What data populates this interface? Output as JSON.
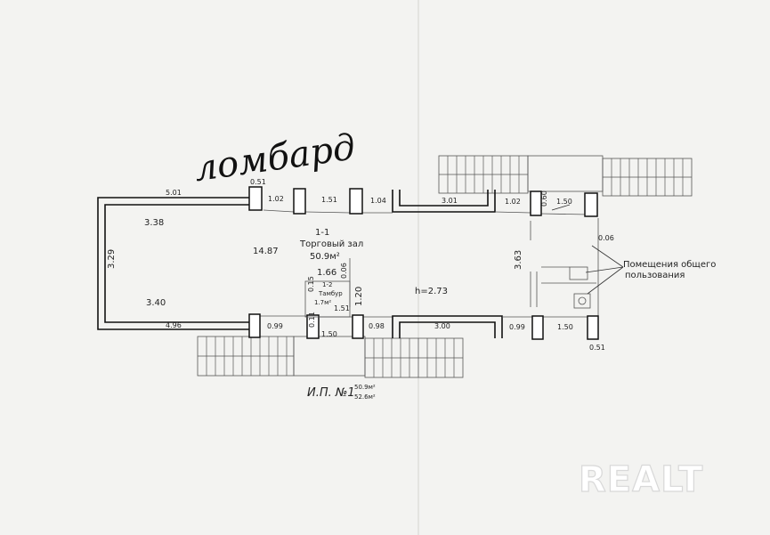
{
  "handwritten_note": "ломбард",
  "rooms": {
    "trading_hall": {
      "number": "1-1",
      "name": "Торговый зал",
      "area": "50.9м²"
    },
    "vestibule": {
      "number": "1-2",
      "name": "Тамбур",
      "area": "1.7м²"
    },
    "common_rooms_label": "Помещения общего пользования"
  },
  "height_label": "h=2.73",
  "plan_title": {
    "text": "И.П. №1",
    "area_upper": "50.9м²",
    "area_lower": "52.6м²"
  },
  "dimensions": {
    "top_left_wall": "5.01",
    "top_col1": "0.51",
    "top_gap1": "1.02",
    "top_door1": "1.51",
    "top_gap2": "1.04",
    "top_wall2": "3.01",
    "top_gap3": "1.02",
    "top_col_right": "0.60",
    "top_door_right": "1.50",
    "inner_top": "3.38",
    "inner_left_depth": "3.29",
    "inner_bottom": "3.40",
    "bottom_left_wall": "4.96",
    "bottom_gap1": "0.99",
    "bottom_door1": "1.50",
    "bottom_gap2": "0.98",
    "bottom_wall2": "3.00",
    "bottom_gap3": "0.99",
    "bottom_door2": "1.50",
    "bottom_col_right": "0.51",
    "hall_length": "14.87",
    "vestibule_width": "1.66",
    "vestibule_wall": "0.06",
    "vestibule_depth": "1.20",
    "vestibule_side": "0.15",
    "vestibule_side2": "0.11",
    "vestibule_door": "1.51",
    "right_depth": "3.63",
    "right_wall": "0.06"
  },
  "watermark": "REALT"
}
